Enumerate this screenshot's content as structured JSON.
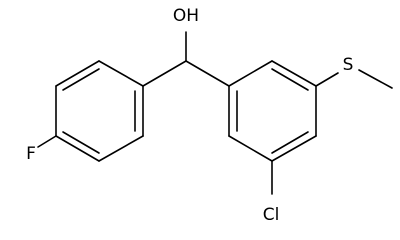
{
  "molecule": {
    "atoms": {
      "hydroxyl": "OH",
      "fluorine": "F",
      "chlorine": "Cl",
      "sulfur": "S"
    }
  },
  "colors": {
    "background": "#ffffff",
    "bond": "#000000",
    "label": "#000000"
  }
}
